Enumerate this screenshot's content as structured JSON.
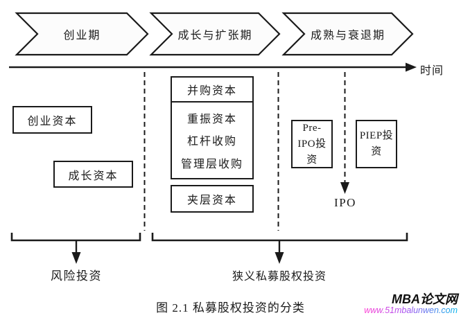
{
  "stages": [
    {
      "label": "创业期"
    },
    {
      "label": "成长与扩张期"
    },
    {
      "label": "成熟与衰退期"
    }
  ],
  "timeline": {
    "label": "时间"
  },
  "capital_boxes": {
    "venture": "创业资本",
    "growth": "成长资本",
    "buyout": "并购资本",
    "turnaround": "重振资本",
    "lbo": "杠杆收购",
    "mbo": "管理层收购",
    "mezzanine": "夹层资本",
    "pre_ipo": "Pre-IPO投资",
    "piep": "PIEP投资"
  },
  "ipo": {
    "label": "IPO"
  },
  "brackets": {
    "venture_investment": "风险投资",
    "narrow_pe": "狭义私募股权投资"
  },
  "caption": "图 2.1 私募股权投资的分类",
  "watermark": {
    "site_name": "MBA论文网",
    "site_url": "www.51mbalunwen.com"
  },
  "colors": {
    "line": "#1a1a1a",
    "chevron_fill": "#fcfcfc",
    "watermark_pink": "#ff3fd4",
    "watermark_cyan": "#00b4ea"
  }
}
